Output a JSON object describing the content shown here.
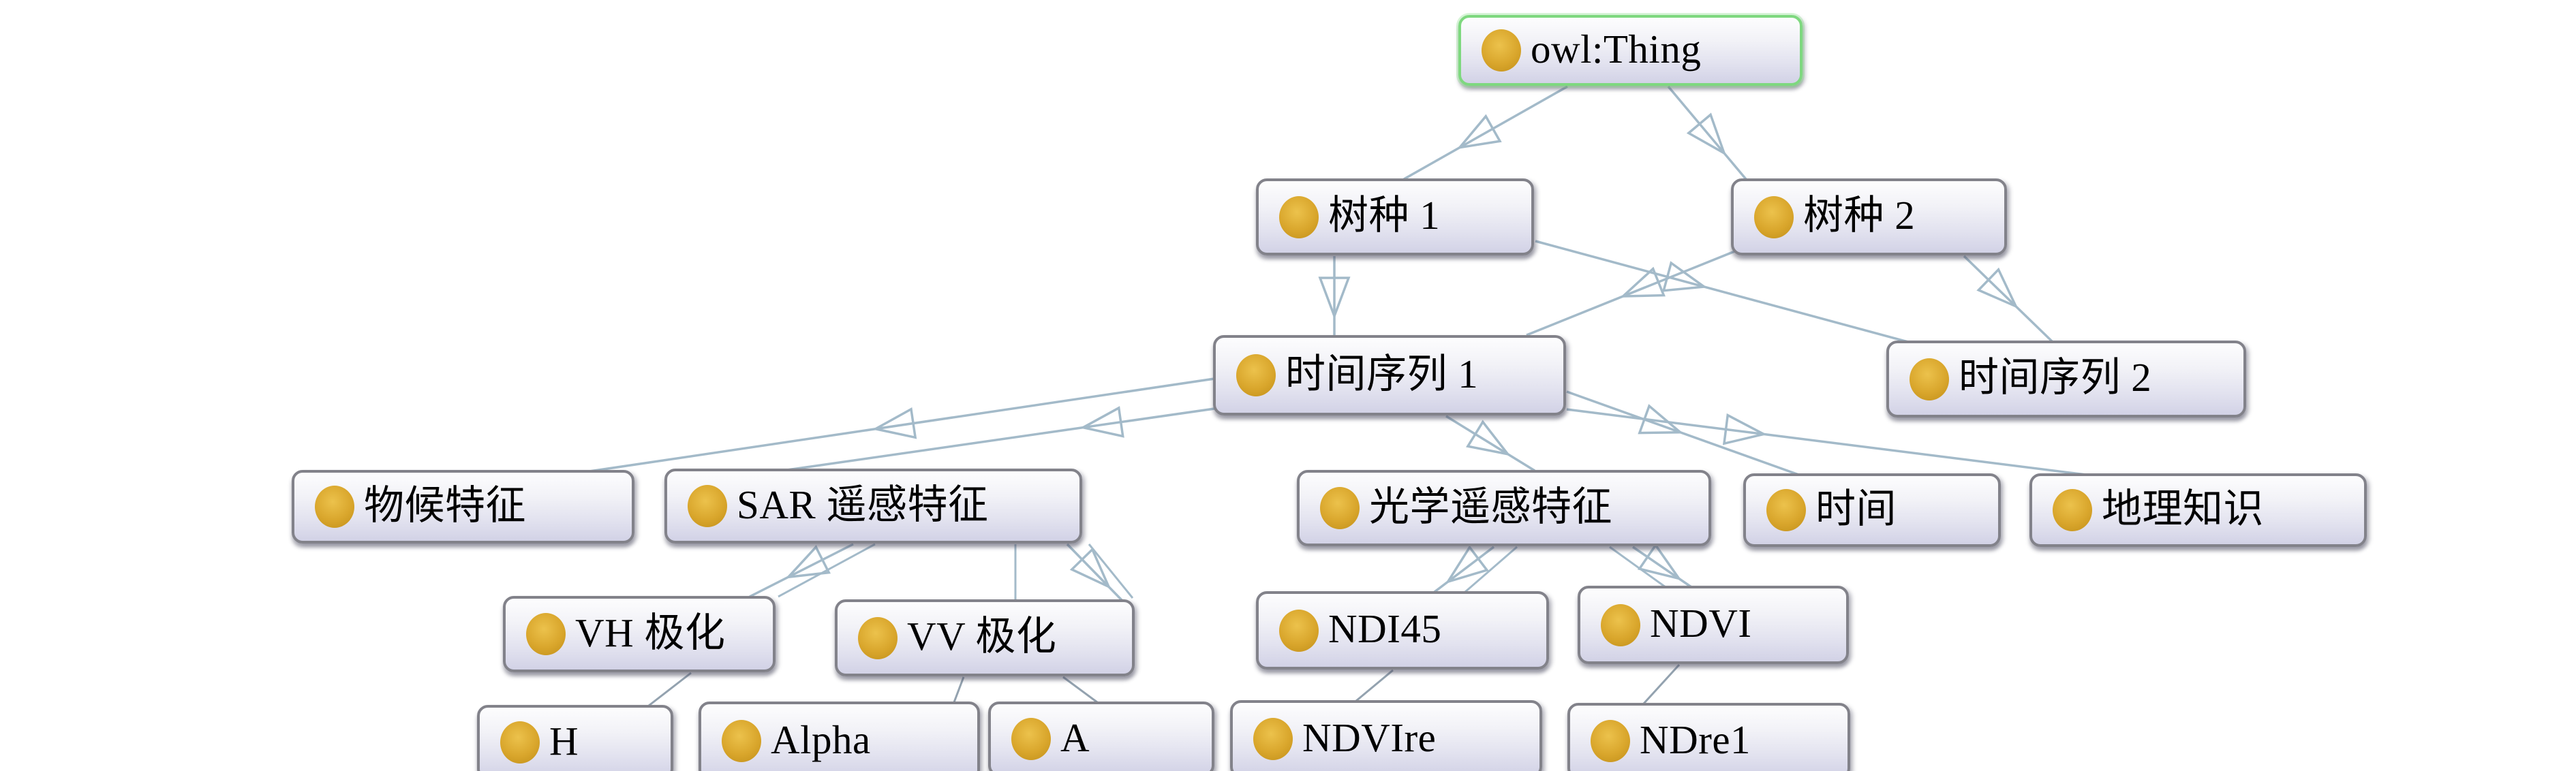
{
  "app": {
    "view": "ontology-class-graph",
    "canvas_background": "#ffffff"
  },
  "styles": {
    "node_fill_top": "#fdfdfe",
    "node_fill_bottom": "#d2d2e6",
    "node_border": "#82828a",
    "selected_node_border": "#7ed87f",
    "edge_color": "#a3bac9",
    "minor_edge_color": "#93a2af",
    "class_icon_color": "#d9a62c",
    "text_color": "#000000"
  },
  "nodes": [
    {
      "id": "owl-thing",
      "label": "owl:Thing",
      "icon": "class-dot-icon",
      "selected": true
    },
    {
      "id": "shuzhong-1",
      "label": "树种 1",
      "icon": "class-dot-icon",
      "selected": false
    },
    {
      "id": "shuzhong-2",
      "label": "树种 2",
      "icon": "class-dot-icon",
      "selected": false
    },
    {
      "id": "shijian-xulie-1",
      "label": "时间序列 1",
      "icon": "class-dot-icon",
      "selected": false
    },
    {
      "id": "shijian-xulie-2",
      "label": "时间序列 2",
      "icon": "class-dot-icon",
      "selected": false
    },
    {
      "id": "wuhou-tezheng",
      "label": "物候特征",
      "icon": "class-dot-icon",
      "selected": false
    },
    {
      "id": "sar-yaogan-tezheng",
      "label": "SAR 遥感特征",
      "icon": "class-dot-icon",
      "selected": false
    },
    {
      "id": "guangxue-yaogan-tezheng",
      "label": "光学遥感特征",
      "icon": "class-dot-icon",
      "selected": false
    },
    {
      "id": "shijian",
      "label": "时间",
      "icon": "class-dot-icon",
      "selected": false
    },
    {
      "id": "dili-zhishi",
      "label": "地理知识",
      "icon": "class-dot-icon",
      "selected": false
    },
    {
      "id": "vh-jihua",
      "label": "VH 极化",
      "icon": "class-dot-icon",
      "selected": false
    },
    {
      "id": "vv-jihua",
      "label": "VV 极化",
      "icon": "class-dot-icon",
      "selected": false
    },
    {
      "id": "ndi45",
      "label": "NDI45",
      "icon": "class-dot-icon",
      "selected": false
    },
    {
      "id": "ndvi",
      "label": "NDVI",
      "icon": "class-dot-icon",
      "selected": false
    },
    {
      "id": "h",
      "label": "H",
      "icon": "class-dot-icon",
      "selected": false
    },
    {
      "id": "alpha",
      "label": "Alpha",
      "icon": "class-dot-icon",
      "selected": false
    },
    {
      "id": "a",
      "label": "A",
      "icon": "class-dot-icon",
      "selected": false
    },
    {
      "id": "ndvire",
      "label": "NDVIre",
      "icon": "class-dot-icon",
      "selected": false
    },
    {
      "id": "ndre1",
      "label": "NDre1",
      "icon": "class-dot-icon",
      "selected": false
    }
  ],
  "edges": [
    {
      "from": "owl-thing",
      "to": "shuzhong-1",
      "arrowed": true
    },
    {
      "from": "owl-thing",
      "to": "shuzhong-2",
      "arrowed": true
    },
    {
      "from": "shuzhong-1",
      "to": "shijian-xulie-1",
      "arrowed": true
    },
    {
      "from": "shuzhong-1",
      "to": "shijian-xulie-2",
      "arrowed": true
    },
    {
      "from": "shuzhong-2",
      "to": "shijian-xulie-1",
      "arrowed": true
    },
    {
      "from": "shuzhong-2",
      "to": "shijian-xulie-2",
      "arrowed": true
    },
    {
      "from": "shijian-xulie-1",
      "to": "wuhou-tezheng",
      "arrowed": true
    },
    {
      "from": "shijian-xulie-1",
      "to": "sar-yaogan-tezheng",
      "arrowed": true
    },
    {
      "from": "shijian-xulie-1",
      "to": "guangxue-yaogan-tezheng",
      "arrowed": true
    },
    {
      "from": "shijian-xulie-1",
      "to": "shijian",
      "arrowed": true
    },
    {
      "from": "shijian-xulie-1",
      "to": "dili-zhishi",
      "arrowed": true
    },
    {
      "from": "sar-yaogan-tezheng",
      "to": "vh-jihua",
      "arrowed": true
    },
    {
      "from": "sar-yaogan-tezheng",
      "to": "vv-jihua",
      "arrowed": true
    },
    {
      "from": "guangxue-yaogan-tezheng",
      "to": "ndi45",
      "arrowed": true
    },
    {
      "from": "guangxue-yaogan-tezheng",
      "to": "ndvi",
      "arrowed": true
    },
    {
      "from": "vh-jihua",
      "to": "h",
      "arrowed": false
    },
    {
      "from": "vv-jihua",
      "to": "alpha",
      "arrowed": false
    },
    {
      "from": "vv-jihua",
      "to": "a",
      "arrowed": false
    },
    {
      "from": "ndi45",
      "to": "ndvire",
      "arrowed": false
    },
    {
      "from": "ndvi",
      "to": "ndre1",
      "arrowed": false
    }
  ]
}
